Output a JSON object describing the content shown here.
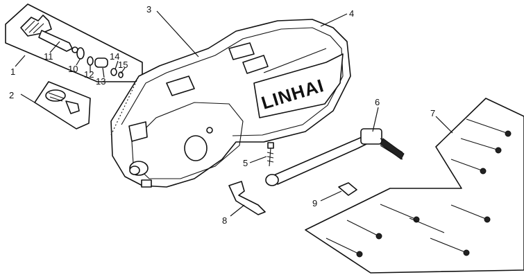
{
  "brand_text": "LINHAI",
  "callouts": [
    "1",
    "2",
    "3",
    "4",
    "5",
    "6",
    "7",
    "8",
    "9",
    "10",
    "11",
    "12",
    "13",
    "14",
    "15"
  ]
}
